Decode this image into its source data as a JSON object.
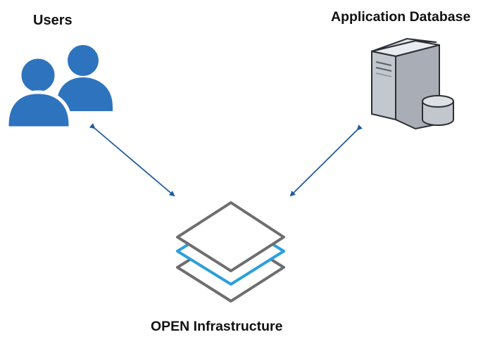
{
  "nodes": {
    "users": {
      "label": "Users",
      "icon": "users-icon"
    },
    "database": {
      "label": "Application Database",
      "icon": "database-server-icon"
    },
    "infrastructure": {
      "label": "OPEN Infrastructure",
      "icon": "layers-icon"
    }
  },
  "colors": {
    "users_icon": "#2e73bd",
    "arrow": "#1f5c9e",
    "layer_gray": "#6e6e6e",
    "layer_blue": "#2aa0dc",
    "server_body": "#c9ced6",
    "server_dark": "#5b6068"
  }
}
